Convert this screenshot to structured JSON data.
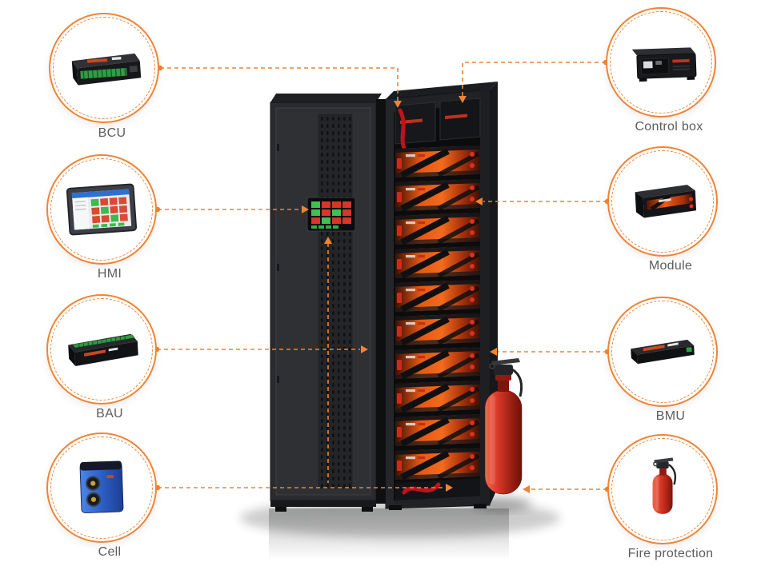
{
  "diagram_title": "",
  "accent_color": "#f08436",
  "callouts": {
    "bcu": {
      "label": "BCU"
    },
    "hmi": {
      "label": "HMI"
    },
    "bau": {
      "label": "BAU"
    },
    "cell": {
      "label": "Cell"
    },
    "control_box": {
      "label": "Control box"
    },
    "module": {
      "label": "Module"
    },
    "bmu": {
      "label": "BMU"
    },
    "fire_protection": {
      "label": "Fire protection"
    }
  }
}
